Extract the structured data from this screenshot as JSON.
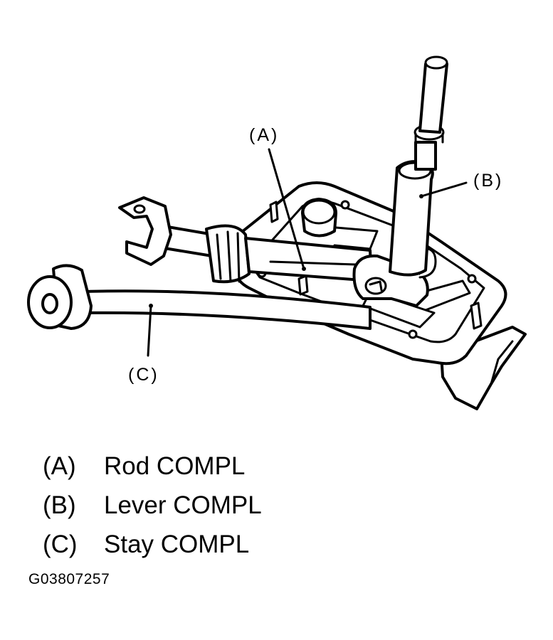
{
  "diagram": {
    "callouts": {
      "a": "(A)",
      "b": "(B)",
      "c": "(C)"
    },
    "legend": [
      {
        "key": "(A)",
        "label": "Rod COMPL"
      },
      {
        "key": "(B)",
        "label": "Lever COMPL"
      },
      {
        "key": "(C)",
        "label": "Stay COMPL"
      }
    ],
    "figure_id": "G03807257",
    "line_color": "#000000",
    "background": "#ffffff"
  }
}
